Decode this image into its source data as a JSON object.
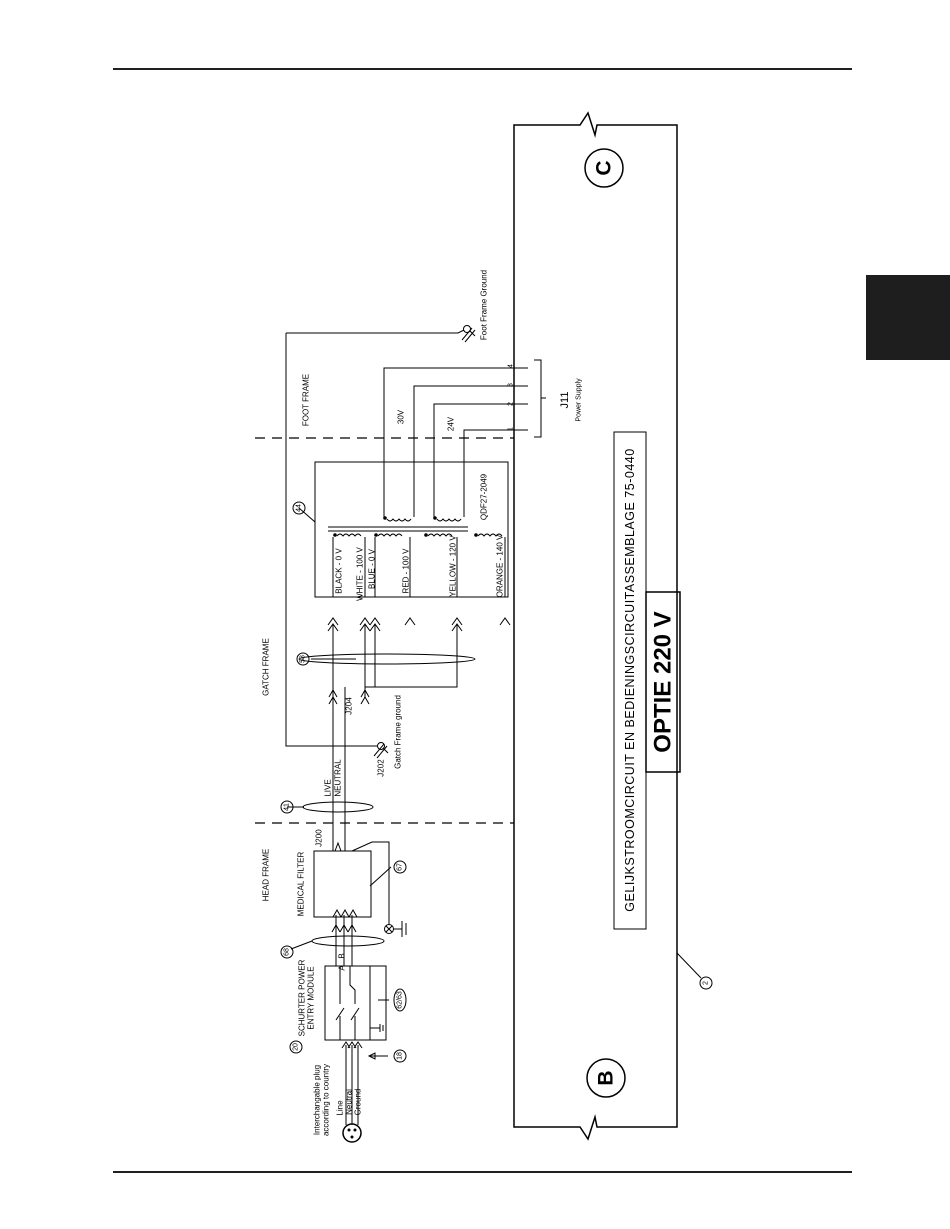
{
  "page": {
    "title_main": "OPTIE 220 V",
    "title_sub": "GELIJKSTROOMCIRCUIT EN BEDIENINGSCIRCUITASSEMBLAGE 75-0440",
    "connector_left": "B",
    "connector_right": "C",
    "tab_color": "#1e1e1e"
  },
  "sections": {
    "head_frame": "HEAD FRAME",
    "gatch_frame": "GATCH FRAME",
    "foot_frame": "FOOT FRAME"
  },
  "callouts": [
    "2",
    "18",
    "20",
    "41",
    "44",
    "58",
    "62/63",
    "67",
    "68"
  ],
  "labels": {
    "plug_line1": "Interchangable plug",
    "plug_line2": "according to country",
    "plug_wire_line": "Line",
    "plug_wire_neutral": "Neutral",
    "plug_wire_ground": "Ground",
    "pem_line1": "SCHURTER POWER",
    "pem_line2": "ENTRY MODULE",
    "pin_a": "A",
    "pin_b": "B",
    "medical_filter": "MEDICAL FILTER",
    "live": "LIVE",
    "neutral": "NEUTRAL",
    "j200": "J200",
    "j202": "J202",
    "j204": "J204",
    "gatch_ground": "Gatch Frame ground",
    "foot_ground": "Foot Frame Ground",
    "transformer_part": "QDF27-2049",
    "j11": "J11",
    "power_supply": "Power Supply",
    "v30": "30V",
    "v24": "24V",
    "pins": [
      "1",
      "2",
      "3",
      "4"
    ]
  },
  "taps": [
    "BLACK - 0 V",
    "WHITE - 100 V",
    "BLUE - 0 V",
    "RED - 100 V",
    "YELLOW - 120 V",
    "ORANGE - 140 V"
  ]
}
